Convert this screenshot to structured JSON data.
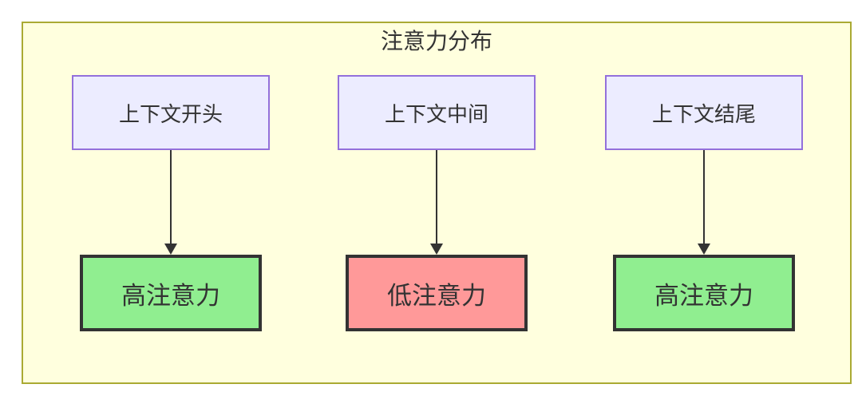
{
  "diagram": {
    "title": "注意力分布",
    "columns": [
      {
        "source": "上下文开头",
        "target": "高注意力",
        "attention_level": "high"
      },
      {
        "source": "上下文中间",
        "target": "低注意力",
        "attention_level": "low"
      },
      {
        "source": "上下文结尾",
        "target": "高注意力",
        "attention_level": "high"
      }
    ],
    "colors": {
      "page_bg": "#ffffff",
      "container_bg": "#ffffde",
      "container_border": "#aaaa33",
      "source_bg": "#ececff",
      "source_border": "#9370db",
      "high_bg": "#90ee90",
      "low_bg": "#ff9999",
      "target_border": "#333333",
      "arrow": "#333333",
      "text": "#333333"
    }
  }
}
